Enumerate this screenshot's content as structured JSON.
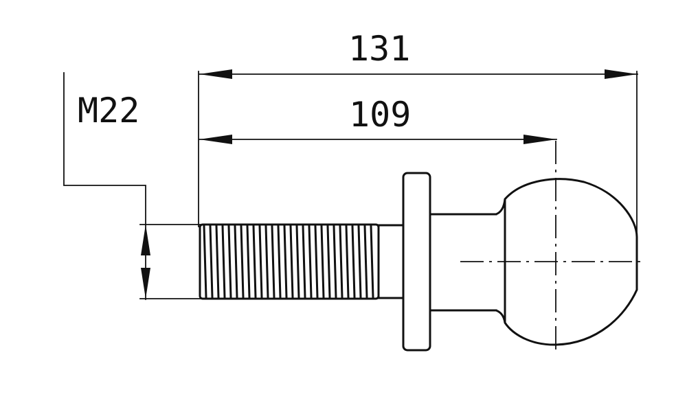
{
  "drawing": {
    "dimensions": {
      "overall_length": "131",
      "thread_to_ball_center": "109",
      "thread_designation": "M22"
    },
    "colors": {
      "line": "#111111",
      "background": "#ffffff"
    }
  }
}
